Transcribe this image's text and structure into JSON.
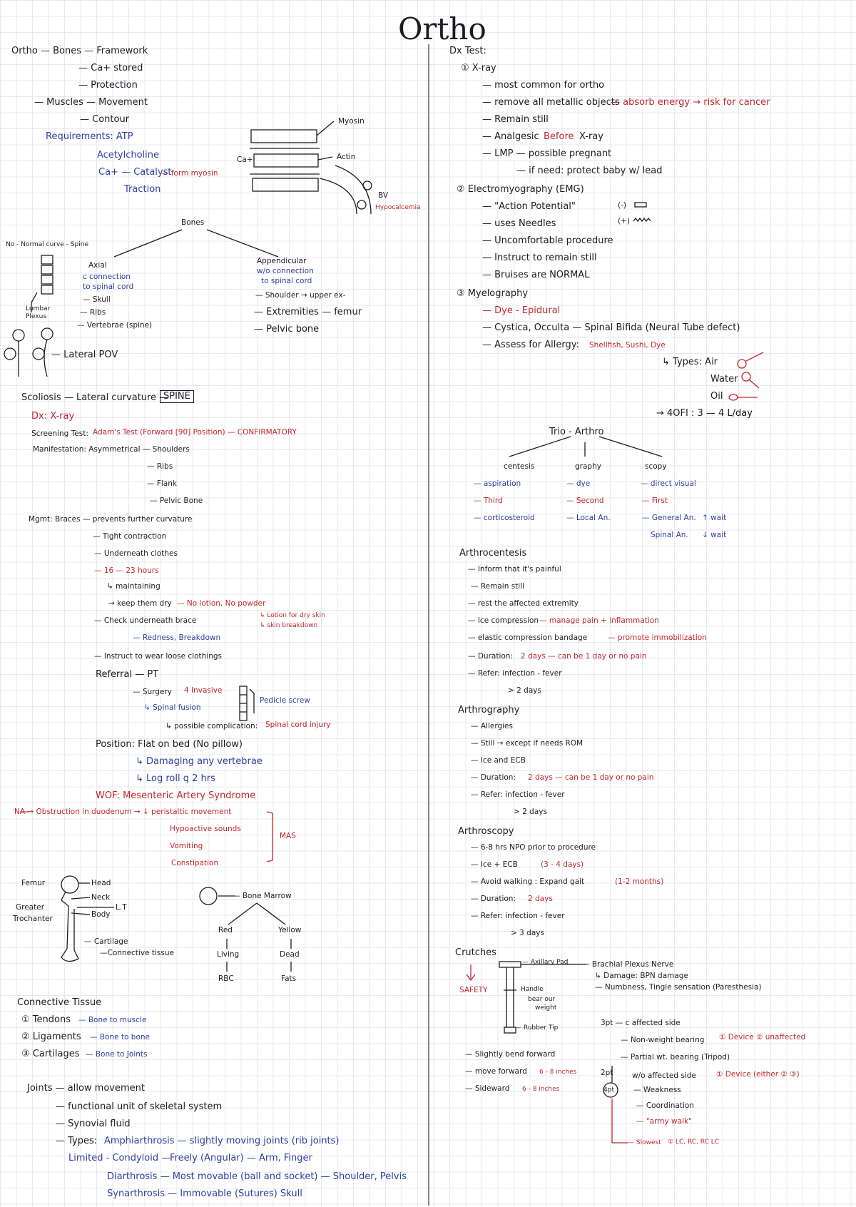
{
  "title": "Ortho",
  "left": {
    "l1": "Ortho — Bones — Framework",
    "l2": "— Ca+ stored",
    "l3": "— Protection",
    "l4": "— Muscles — Movement",
    "l5": "— Contour",
    "l6": "Requirements: ATP",
    "l7": "Acetylcholine",
    "l8": "Ca+ — Catalyst",
    "l8r": "— form myosin",
    "l9": "Traction",
    "mus_myosin": "Myosin",
    "mus_actin": "Actin",
    "mus_ca": "Ca+",
    "mus_bv": "BV",
    "mus_hypo": "Hypocalcemia",
    "bones": "Bones",
    "normal_curve": "No - Normal curve - Spine",
    "axial": "Axial",
    "axial2": "c connection",
    "axial3": "to spinal cord",
    "axial4": "— Skull",
    "axial5": "— Ribs",
    "axial6": "— Vertebrae (spine)",
    "app": "Appendicular",
    "app2": "w/o connection",
    "app3": "to spinal cord",
    "app4": "— Shoulder → upper ex-",
    "app5": "— Extremities — femur",
    "app6": "— Pelvic bone",
    "lumps": "Lumbar Plexus",
    "lateral": "— Lateral POV",
    "scol": "Scoliosis — Lateral curvature —",
    "spine": "SPINE",
    "dx": "Dx: X-ray",
    "scr1": "Screening Test:",
    "scr2": "Adam's Test (Forward [90] Position) — CONFIRMATORY",
    "man1": "Manifestation: Asymmetrical — Shoulders",
    "man2": "— Ribs",
    "man3": "— Flank",
    "man4": "— Pelvic Bone",
    "mg1": "Mgmt: Braces — prevents further curvature",
    "mg2": "— Tight contraction",
    "mg3": "— Underneath clothes",
    "mg4": "— 16 — 23 hours",
    "mg5": "↳ maintaining",
    "mg6": "→ keep them dry",
    "mg6r": "— No lotion, No powder",
    "mg7": "— Check underneath brace",
    "mg7r": "↳ Lotion for dry skin",
    "mg7r2": "↳ skin breakdown",
    "mg8": "— Redness, Breakdown",
    "mg9": "— Instruct to wear loose clothings",
    "ref": "Referral — PT",
    "ref2": "— Surgery",
    "ref2r": "4 Invasive",
    "ref3": "↳ Spinal fusion",
    "ref3r": "Pedicle screw",
    "ref4": "↳ possible complication:",
    "ref4r": "Spinal cord injury",
    "pos": "Position: Flat on bed (No pillow)",
    "pos2": "↳ Damaging any vertebrae",
    "pos3": "↳ Log roll q 2 hrs",
    "wof": "WOF: Mesenteric Artery Syndrome",
    "na": "NA → Obstruction in duodenum → ↓ peristaltic movement",
    "na2": "Hypoactive sounds",
    "na3": "Vomiting",
    "na4": "Constipation",
    "mas": "MAS",
    "femur": "Femur",
    "head": "Head",
    "neck": "Neck",
    "body": "Body",
    "lt": "L.T",
    "greater": "Greater",
    "troch": "Trochanter",
    "cart": "— Cartilage",
    "conn": "—Connective tissue",
    "marrow": "— Bone Marrow",
    "red": "Red",
    "yellow": "Yellow",
    "living": "Living",
    "dead": "Dead",
    "rbc": "RBC",
    "fats": "Fats",
    "ct": "Connective Tissue",
    "ct1": "① Tendons",
    "ct1b": "— Bone to muscle",
    "ct2": "② Ligaments",
    "ct2b": "— Bone to bone",
    "ct3": "③ Cartilages",
    "ct3b": "— Bone to Joints",
    "joints": "Joints — allow movement",
    "j1": "— functional unit of skeletal system",
    "j2": "— Synovial fluid",
    "j3": "— Types:",
    "j3b": "Amphiarthrosis — slightly moving joints (rib joints)",
    "j4": "Limited - Condyloid —",
    "j4b": "Freely (Angular) — Arm, Finger",
    "j5": "Diarthrosis — Most movable (ball and socket) — Shoulder, Pelvis",
    "j6": "Synarthrosis — Immovable (Sutures) Skull"
  },
  "right": {
    "dx": "Dx Test:",
    "xray": "① X-ray",
    "x1": "— most common for ortho",
    "x2": "— remove all metallic objects",
    "x2r": "— absorb energy → risk for cancer",
    "x3": "— Remain still",
    "x4": "— Analgesic",
    "x4r": "Before",
    "x4b": "X-ray",
    "x5": "— LMP — possible pregnant",
    "x6": "— if need: protect baby w/ lead",
    "emg": "② Electromyography (EMG)",
    "e1": "— \"Action Potential\"",
    "e1b": "(-)",
    "e1c": "(+)",
    "e2": "— uses Needles",
    "e3": "— Uncomfortable procedure",
    "e4": "— Instruct to remain still",
    "e5": "— Bruises are NORMAL",
    "mye": "③ Myelography",
    "m1": "— Dye - Epidural",
    "m2": "— Cystica, Occulta — Spinal Bifida (Neural Tube defect)",
    "m3": "— Assess for Allergy:",
    "m3r": "Shellfish, Sushi, Dye",
    "m4": "↳ Types: Air",
    "m5": "Water",
    "m6": "Oil",
    "m7": "→ 4OFI : 3 — 4 L/day",
    "trio": "Trio - Arthro",
    "cen": "centesis",
    "gra": "graphy",
    "sco": "scopy",
    "c1": "— aspiration",
    "c2": "— Third",
    "c3": "— corticosteroid",
    "g1": "— dye",
    "g2": "— Second",
    "g3": "— Local An.",
    "s1": "— direct visual",
    "s2": "— First",
    "s3": "— General An.",
    "s3b": "↑ wait",
    "s4": "Spinal An.",
    "s4b": "↓ wait",
    "ac": "Arthrocentesis",
    "ac1": "— Inform that it's painful",
    "ac2": "— Remain still",
    "ac3": "— rest the affected extremity",
    "ac4": "— Ice compression",
    "ac4r": "— manage pain + inflammation",
    "ac5": "— elastic compression bandage",
    "ac5r": "— promote immobilization",
    "ac6": "— Duration:",
    "ac6r": "2 days — can be 1 day or no pain",
    "ac7": "— Refer: infection - fever",
    "ac8": "> 2 days",
    "ag": "Arthrography",
    "ag1": "— Allergies",
    "ag2": "— Still → except if needs ROM",
    "ag3": "— Ice and ECB",
    "ag4": "— Duration:",
    "ag4r": "2 days — can be 1 day or no pain",
    "ag5": "— Refer: infection - fever",
    "ag6": "> 2 days",
    "as": "Arthroscopy",
    "as1": "— 6-8 hrs NPO prior to procedure",
    "as2": "— Ice + ECB",
    "as2r": "(3 - 4 days)",
    "as3": "— Avoid walking : Expand gait",
    "as3r": "(1-2 months)",
    "as4": "— Duration:",
    "as4r": "2 days",
    "as5": "— Refer: infection - fever",
    "as6": "> 3 days",
    "cr": "Crutches",
    "safety": "SAFETY",
    "axpad": "— Axillary Pad",
    "handle": "Handle",
    "handle2": "bear our",
    "handle3": "weight",
    "tip": "— Rubber Tip",
    "bp": "— Brachial Plexus Nerve",
    "bp2": "↳ Damage: BPN damage",
    "bp3": "— Numbness, Tingle sensation (Paresthesia)",
    "pt3": "3pt — c affected side",
    "pt3a": "— Non-weight bearing",
    "pt3ar": "① Device ② unaffected",
    "pt3b": "— Partial wt. bearing (Tripod)",
    "cr1": "— Slightly bend forward",
    "cr2": "— move forward",
    "cr2r": "6 - 8 inches",
    "cr3": "— Sideward",
    "cr3r": "6 - 8 inches",
    "pt2": "2pt",
    "pt2a": "w/o affected side",
    "pt2ar": "① Device (either ② ③)",
    "pt4": "4pt",
    "pt2b": "— Weakness",
    "pt2c": "— Coordination",
    "pt2d": "— \"army walk\"",
    "swing": "— Slowest",
    "swingr": "① LC, RC, RC LC"
  }
}
